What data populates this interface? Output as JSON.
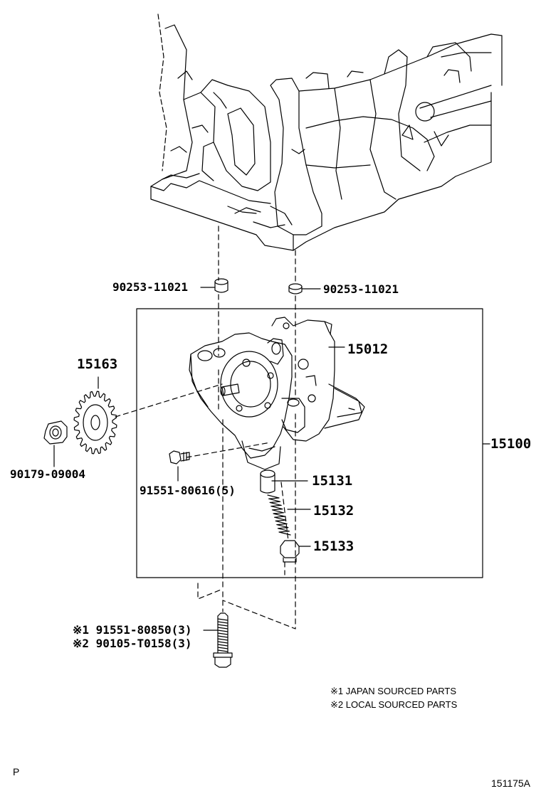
{
  "callouts": {
    "dowel_left": "90253-11021",
    "dowel_right": "90253-11021",
    "sprocket": "15163",
    "pump_body": "15012",
    "assembly": "15100",
    "nut": "90179-09004",
    "pump_bolt": "91551-80616(5)",
    "relief_valve": "15131",
    "spring": "15132",
    "plug": "15133",
    "mount_bolt_1": "※1 91551-80850(3)",
    "mount_bolt_2": "※2 90105-T0158(3)"
  },
  "notes": {
    "japan": "※1 JAPAN SOURCED PARTS",
    "local": "※2 LOCAL SOURCED PARTS"
  },
  "corner_code": "P",
  "illustration_code": "151175A",
  "line_color": "#000000"
}
